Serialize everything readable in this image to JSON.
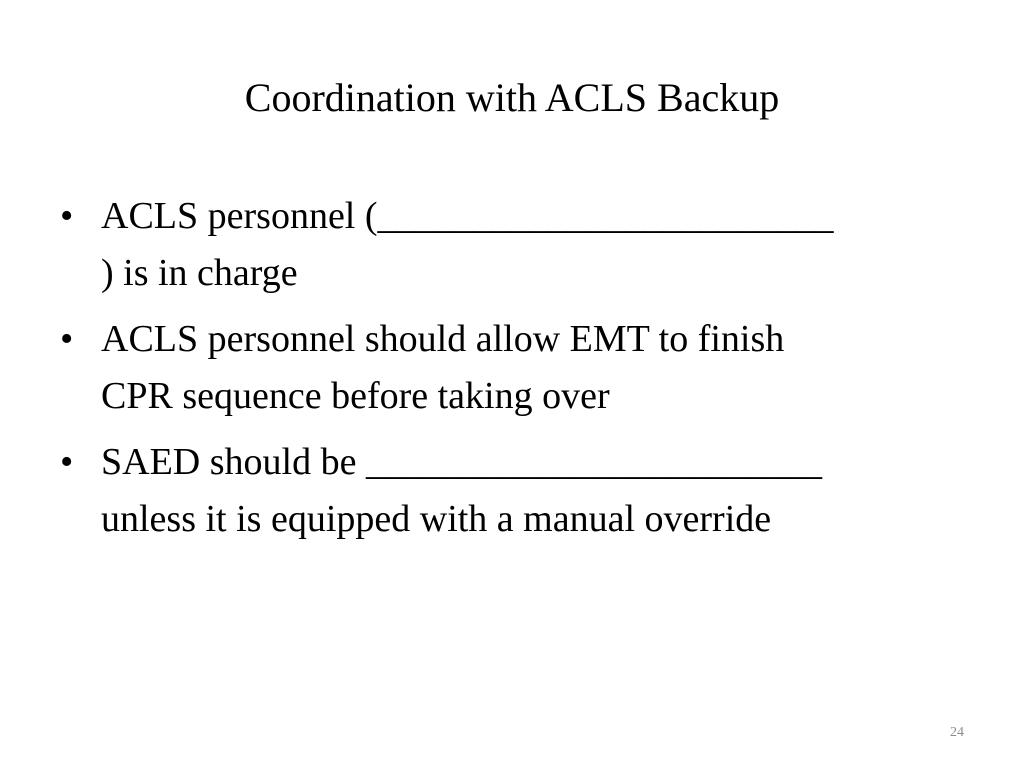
{
  "slide": {
    "title": "Coordination with ACLS Backup",
    "bullets": [
      {
        "lines": [
          "ACLS personnel (________________________",
          ") is in charge"
        ]
      },
      {
        "lines": [
          "ACLS personnel should allow EMT to finish",
          "CPR sequence before taking over"
        ]
      },
      {
        "lines": [
          "SAED should be ________________________",
          "unless it is equipped with a manual override"
        ]
      }
    ],
    "bullet_symbol": "•",
    "page_number": "24"
  }
}
